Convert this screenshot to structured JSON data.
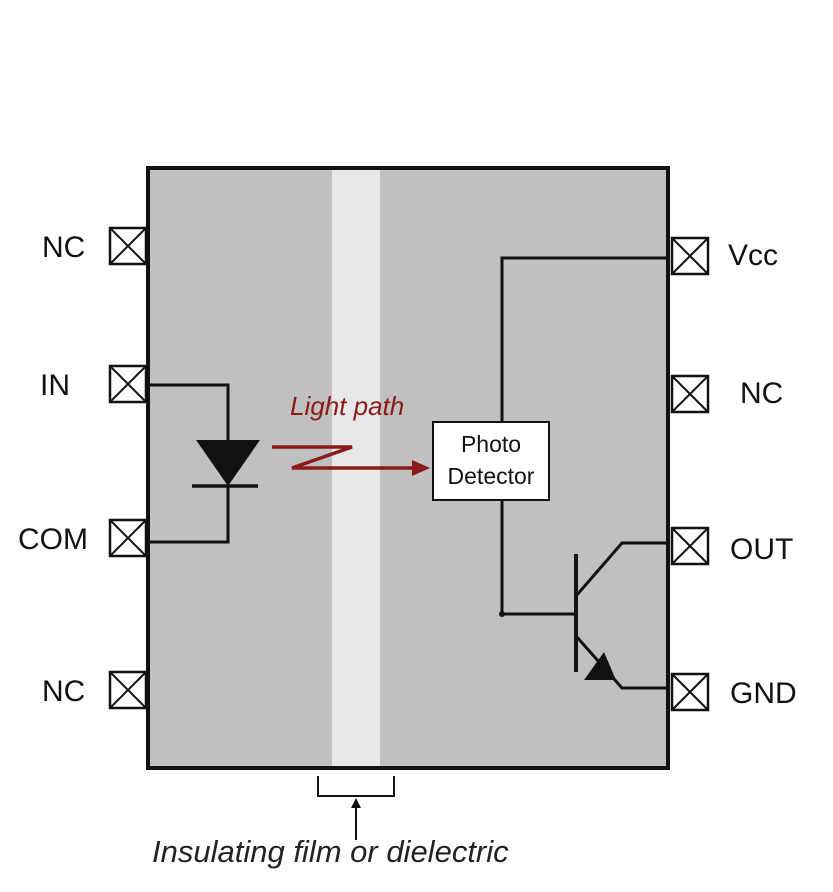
{
  "pins": {
    "left": [
      "NC",
      "IN",
      "COM",
      "NC"
    ],
    "right": [
      "Vcc",
      "NC",
      "OUT",
      "GND"
    ]
  },
  "photo_detector": {
    "line1": "Photo",
    "line2": "Detector"
  },
  "light_path_label": "Light path",
  "insulator_caption": "Insulating film or dielectric",
  "colors": {
    "package_fill": "#c0c0c0",
    "insulator_fill": "#e8e8e8",
    "light_path": "#8b1a1a",
    "wire": "#111111"
  }
}
